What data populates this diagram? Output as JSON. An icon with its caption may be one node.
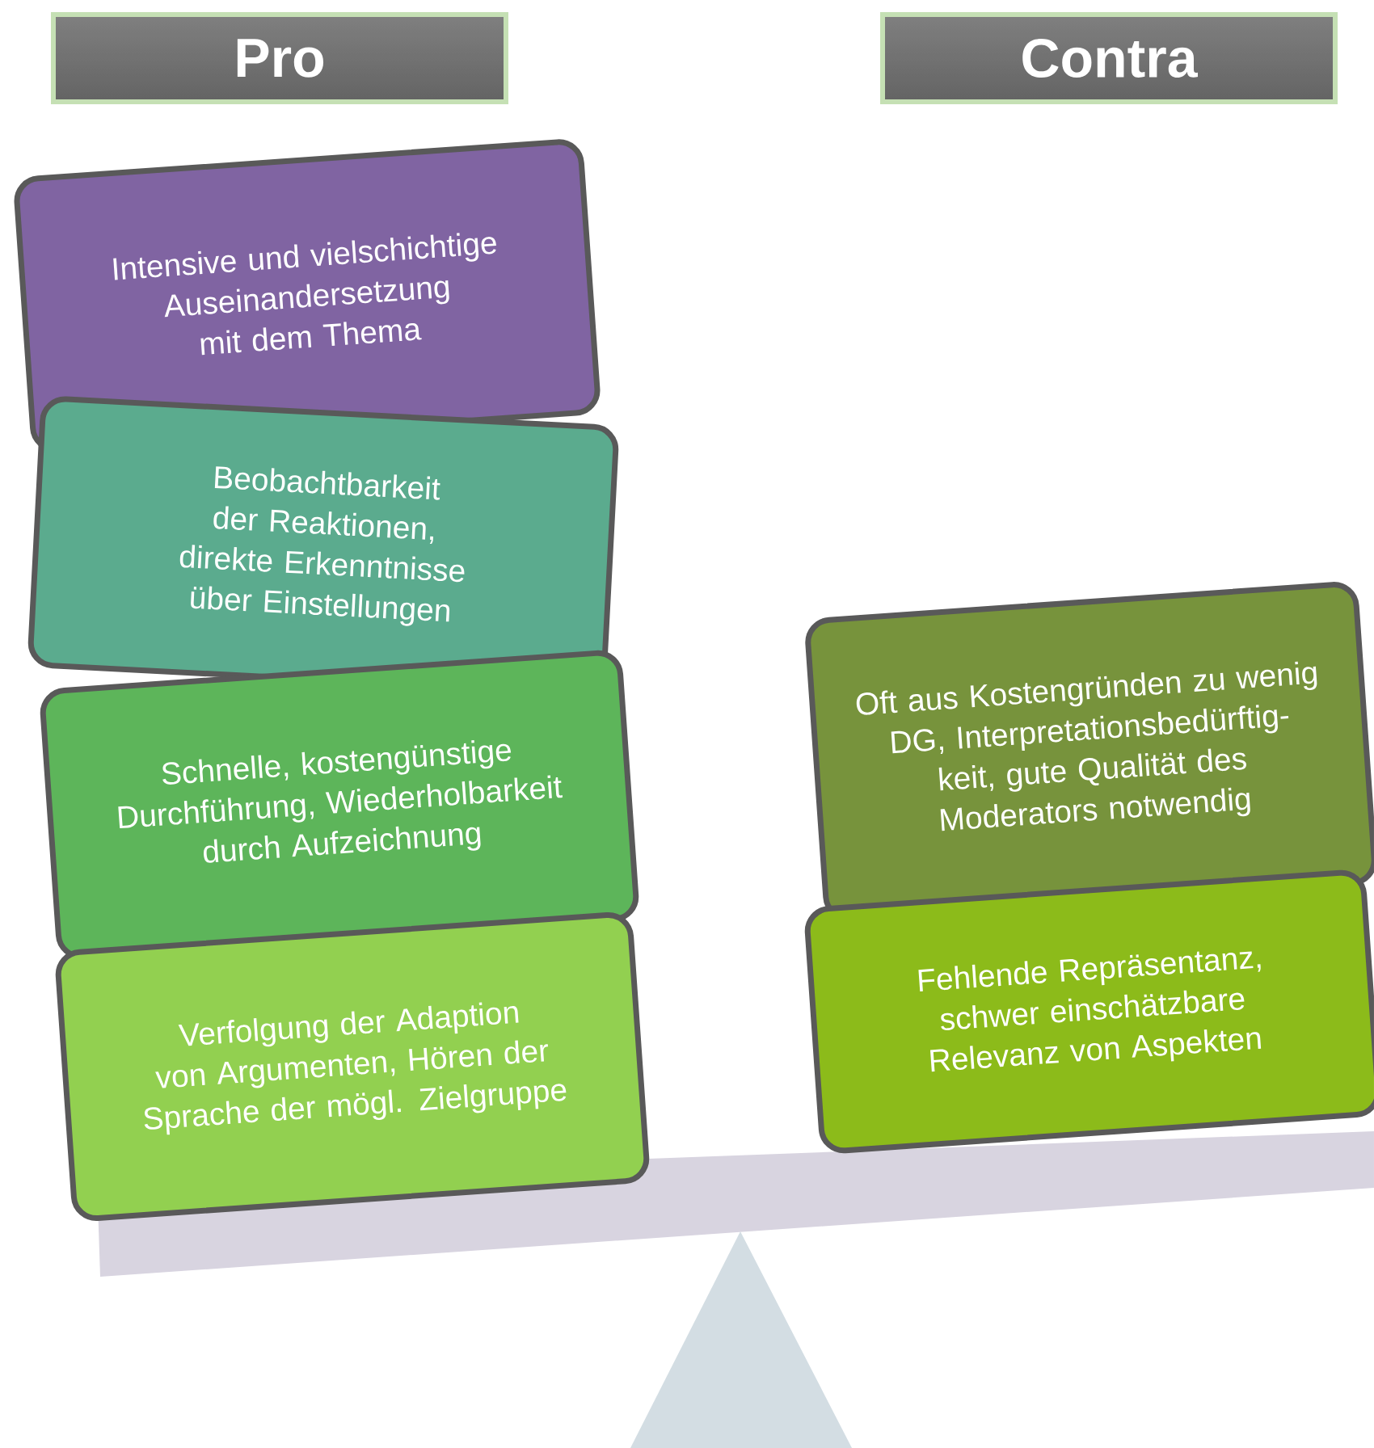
{
  "diagram": {
    "nodes": [
      {
        "text": [
          "Pro"
        ]
      },
      {
        "text": [
          "Contra"
        ]
      },
      {
        "text": [
          "Intensive  und vielschichtige Auseinandersetzung mit dem Thema"
        ]
      },
      {
        "text": [
          "Beobachtbarkeit der Reaktionen, direkte Erkenntnisse über Einstellungen"
        ]
      },
      {
        "text": [
          "Schnelle, kostengünstige Durchführung, Wiederholbarkeit durch Aufzeichnung"
        ]
      },
      {
        "text": [
          "Verfolgung der Adaption von Argumenten, Hören der Sprache der mögl. Zielgruppe"
        ]
      },
      {
        "text": [
          "Oft aus Kostengründen zu wenig DG, Interpretationsbedürftig-keit, gute Qualität des Moderators notwendig"
        ]
      },
      {
        "text": [
          "Fehlende Repräsentanz, schwer einschätzbare Relevanz von Aspekten"
        ]
      }
    ],
    "edges": []
  }
}
